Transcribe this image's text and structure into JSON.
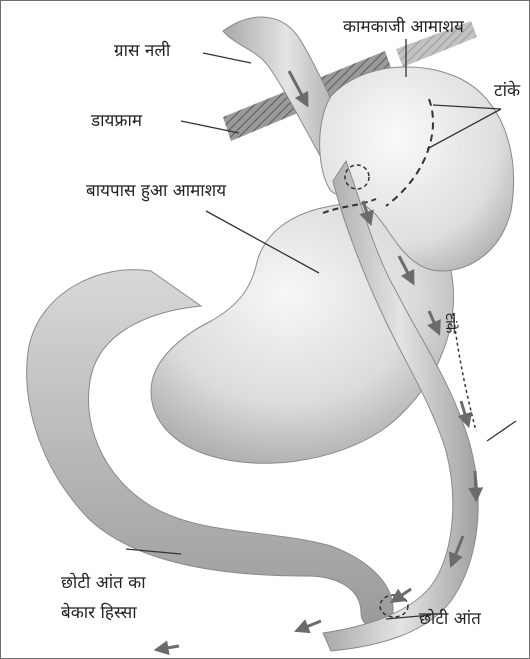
{
  "labels": {
    "esophagus": "ग्रास नली",
    "diaphragm": "डायफ्राम",
    "functional_stomach": "कामकाजी आमाशय",
    "staples": "टांके",
    "bypassed_stomach": "बायपास हुआ आमाशय",
    "staple_line_vertical": "टांके",
    "unused_intestine_line1": "छोटी आंत का",
    "unused_intestine_line2": "बेकार हिस्सा",
    "small_intestine": "छोटी आंत"
  },
  "colors": {
    "organ_light": "#f2f2f2",
    "organ_mid": "#c8c8c8",
    "organ_dark": "#8c8c8c",
    "arrow": "#6b6b6b",
    "leader_line": "#333333",
    "frame": "#6f6f6f"
  }
}
